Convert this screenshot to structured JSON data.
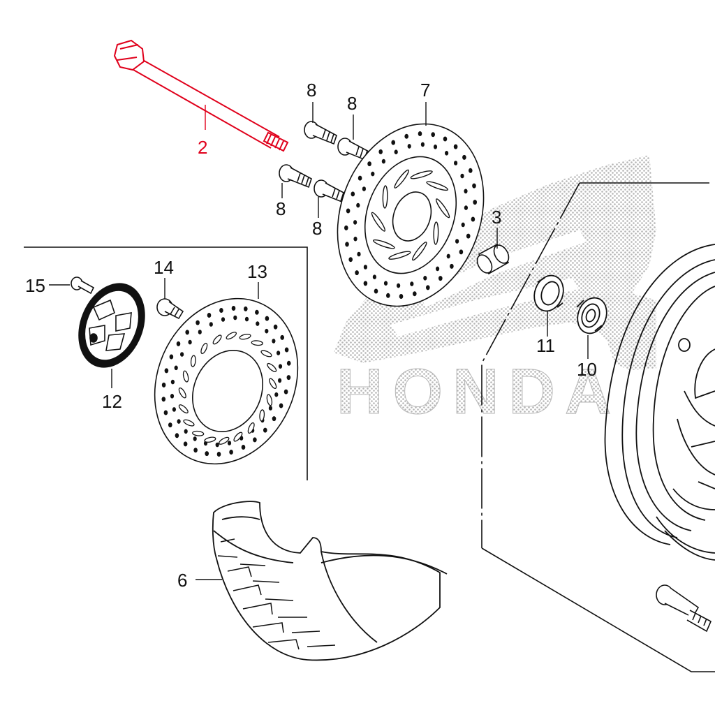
{
  "diagram": {
    "callouts": {
      "c2": "2",
      "c8a": "8",
      "c8b": "8",
      "c8c": "8",
      "c8d": "8",
      "c7": "7",
      "c3": "3",
      "c11": "11",
      "c10": "10",
      "c15": "15",
      "c14": "14",
      "c13": "13",
      "c12": "12",
      "c6": "6"
    },
    "watermark": "HONDA",
    "colors": {
      "line": "#111111",
      "highlight": "#e0001b",
      "watermark": "#bdbdbd"
    }
  }
}
